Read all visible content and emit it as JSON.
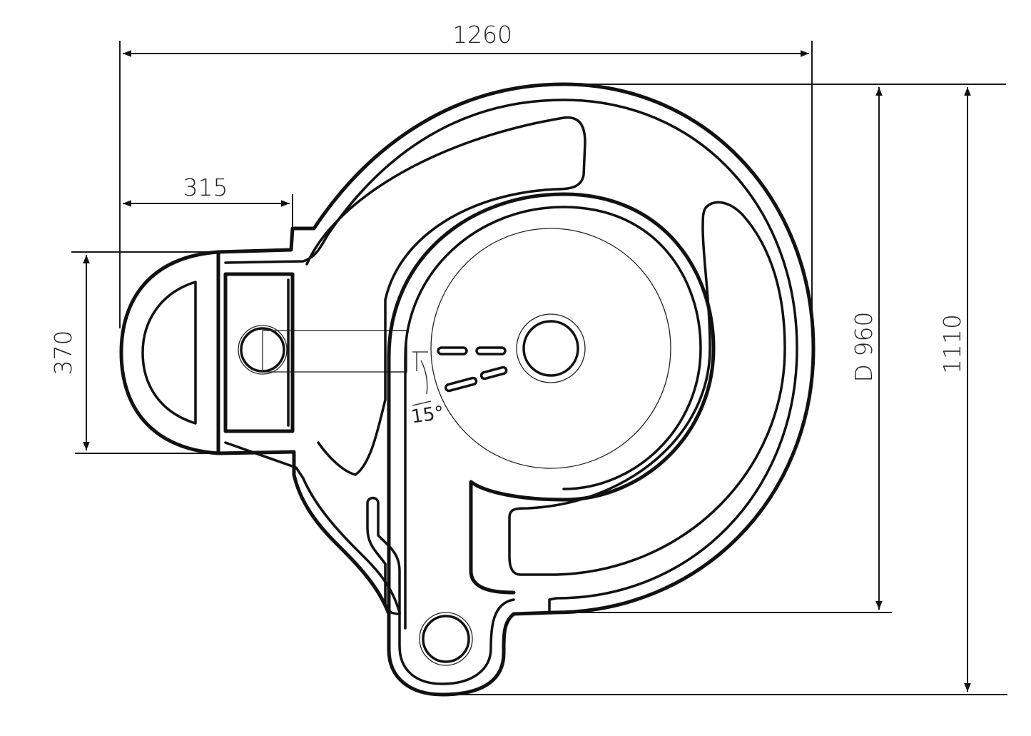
{
  "drawing": {
    "dimensions": {
      "overall_width": "1260",
      "inlet_offset": "315",
      "inlet_height": "370",
      "basin_diameter": "D 960",
      "overall_depth": "1110"
    },
    "angle_label": "15°",
    "colors": {
      "line": "#111111",
      "background": "#ffffff"
    }
  }
}
